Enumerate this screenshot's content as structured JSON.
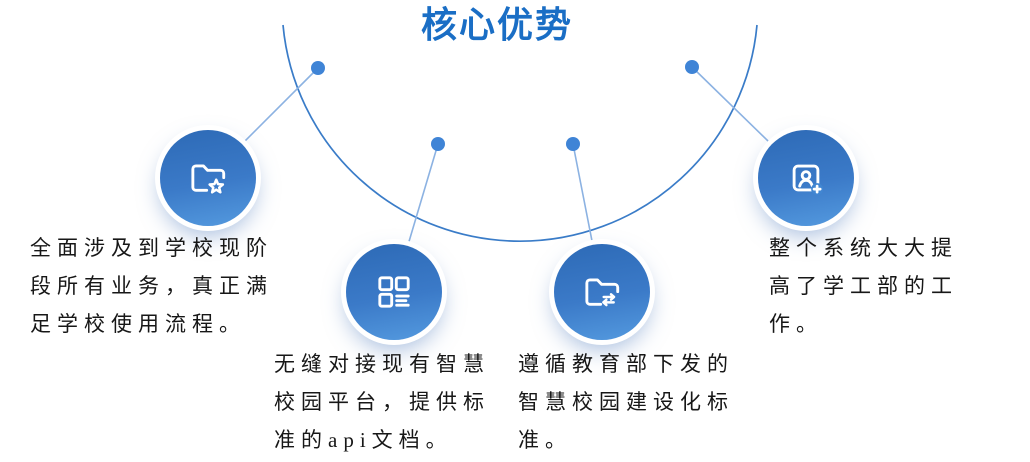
{
  "title": "核心优势",
  "colors": {
    "accent": "#1a6ec5",
    "circle_top": "#2d6ab6",
    "circle_bottom": "#549adf",
    "arc": "#3a7cc8",
    "connector": "#8cb2e2",
    "dot": "#3f84d6",
    "text": "#171717"
  },
  "items": [
    {
      "icon": "folder-star-icon",
      "text": "全面涉及到学校现阶段所有业务，真正满足学校使用流程。"
    },
    {
      "icon": "grid-dashboard-icon",
      "text": "无缝对接现有智慧校园平台，提供标准的api文档。"
    },
    {
      "icon": "folder-transfer-icon",
      "text": "遵循教育部下发的智慧校园建设化标准。"
    },
    {
      "icon": "user-add-icon",
      "text": "整个系统大大提高了学工部的工作。"
    }
  ]
}
